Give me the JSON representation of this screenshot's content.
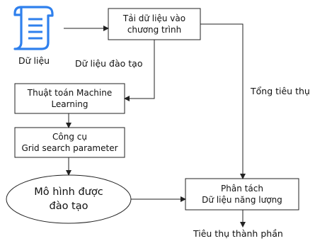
{
  "nodes": {
    "load": {
      "line1": "Tải dữ liệu vào",
      "line2": "chương trình"
    },
    "ml": {
      "line1": "Thuật toán Machine",
      "line2": "Learning"
    },
    "grid": {
      "line1": "Công cụ",
      "line2": "Grid search parameter"
    },
    "model": {
      "line1": "Mô hình được",
      "line2": "đào tạo"
    },
    "separate": {
      "line1": "Phân tách",
      "line2": "Dữ liệu năng lượng"
    }
  },
  "labels": {
    "data": "Dữ liệu",
    "training_data": "Dữ liệu đào tạo",
    "total_consumption": "Tổng tiêu thụ",
    "component_consumption": "Tiêu thụ thành phần"
  },
  "icon": {
    "name": "document-icon",
    "color": "#2f80ed"
  }
}
